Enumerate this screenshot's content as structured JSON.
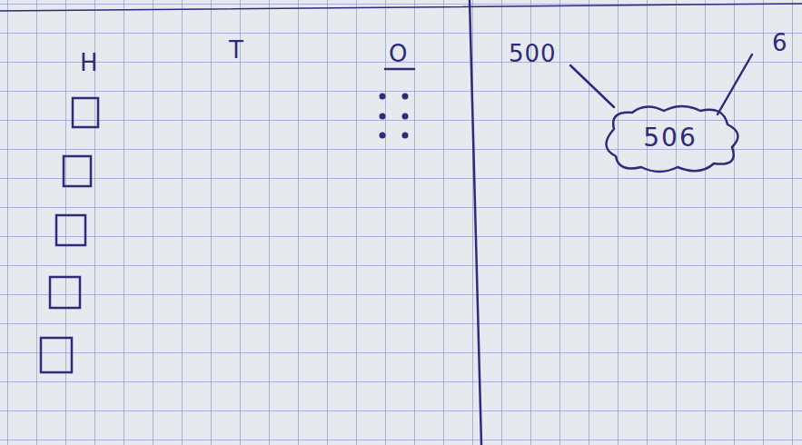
{
  "diagram": {
    "nodes": [
      {
        "text": [
          "506"
        ]
      }
    ],
    "labels": [
      "H",
      "T",
      "O",
      "500",
      "6"
    ]
  }
}
